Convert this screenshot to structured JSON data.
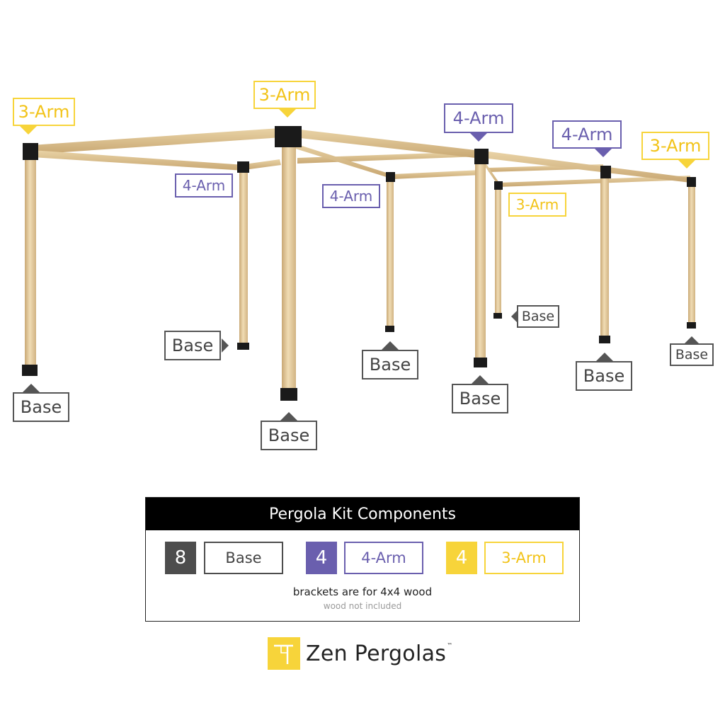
{
  "labels": {
    "post1_top": "3-Arm",
    "post2_top": "3-Arm",
    "post3_top": "4-Arm",
    "post4_top": "4-Arm",
    "post5_top": "3-Arm",
    "back1_top": "4-Arm",
    "back2_top": "4-Arm",
    "back3_top": "3-Arm",
    "base1": "Base",
    "base2": "Base",
    "base3": "Base",
    "base4": "Base",
    "base5": "Base",
    "base6": "Base",
    "base7": "Base",
    "base8": "Base"
  },
  "components": {
    "title": "Pergola Kit Components",
    "items": [
      {
        "count": "8",
        "label": "Base",
        "color": "#4d4d4d"
      },
      {
        "count": "4",
        "label": "4-Arm",
        "color": "#6a5fae"
      },
      {
        "count": "4",
        "label": "3-Arm",
        "color": "#f7d43a"
      }
    ],
    "note": "brackets are for 4x4 wood",
    "subnote": "wood not included"
  },
  "brand": {
    "name": "Zen Pergolas",
    "tm": "™"
  },
  "colors": {
    "three_arm": "#f7d43a",
    "four_arm": "#6a5fae",
    "base": "#555555",
    "wood": "#e2c79a"
  }
}
